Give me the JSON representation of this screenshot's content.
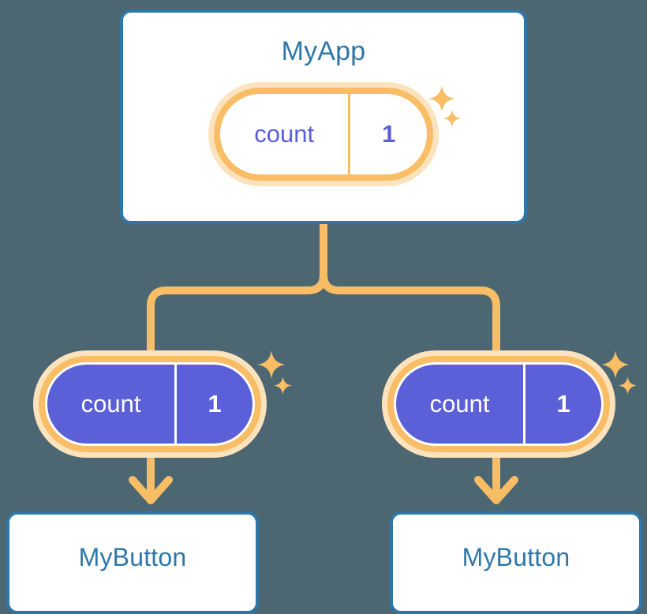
{
  "theme": {
    "background": "#4c6672",
    "card_border": "#2e77a8",
    "card_text": "#2e77a8",
    "card_fill": "#ffffff",
    "accent_orange": "#f8bd65",
    "accent_orange_soft": "#fce3bd",
    "state_purple": "#5b5fd8",
    "state_text_light": "#ffffff",
    "state_text_dark": "#5b5fd8"
  },
  "diagram": {
    "type": "component-state-flow",
    "root": {
      "title": "MyApp",
      "state": {
        "key": "count",
        "value": "1"
      }
    },
    "children": [
      {
        "title": "MyButton",
        "state": {
          "key": "count",
          "value": "1"
        }
      },
      {
        "title": "MyButton",
        "state": {
          "key": "count",
          "value": "1"
        }
      }
    ]
  },
  "icons": {
    "sparkle_large": "sparkle-four-point-icon",
    "sparkle_small": "sparkle-four-point-small-icon",
    "branch": "tree-branch-connector",
    "arrow": "arrow-down-icon"
  }
}
